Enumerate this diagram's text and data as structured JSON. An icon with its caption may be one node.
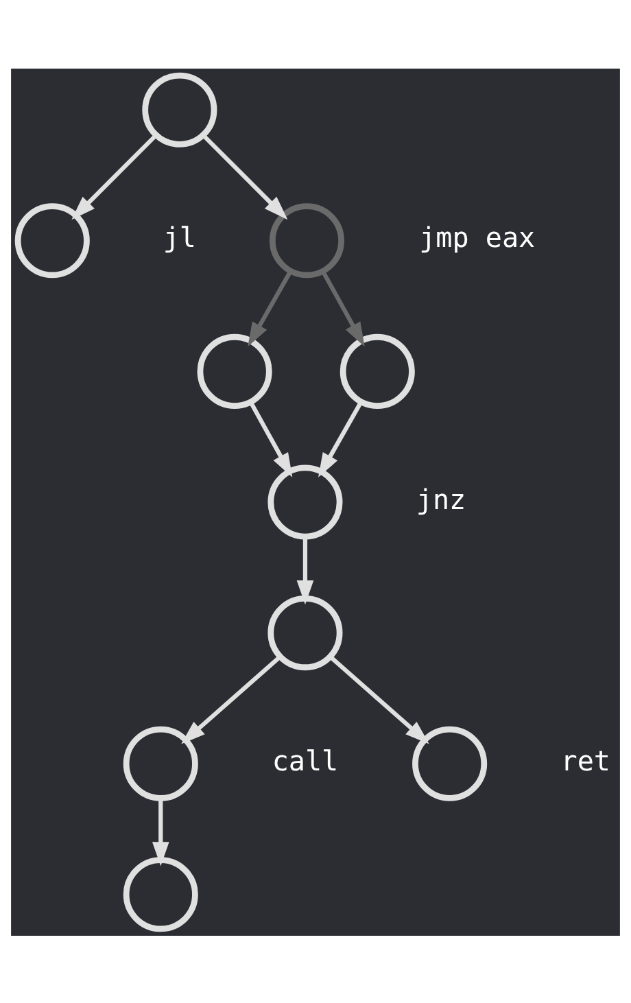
{
  "diagram": {
    "nodes": [
      {
        "text": [],
        "shape": "circle"
      },
      {
        "text": [],
        "shape": "circle",
        "beside": [
          "jl"
        ]
      },
      {
        "text": [],
        "shape": "circle",
        "beside": [
          "jmp eax"
        ]
      },
      {
        "text": [],
        "shape": "circle"
      },
      {
        "text": [],
        "shape": "circle"
      },
      {
        "text": [],
        "shape": "circle",
        "beside": [
          "jnz"
        ]
      },
      {
        "text": [],
        "shape": "circle"
      },
      {
        "text": [],
        "shape": "circle",
        "beside": [
          "call"
        ]
      },
      {
        "text": [],
        "shape": "circle",
        "beside": [
          "ret"
        ]
      },
      {
        "text": [],
        "shape": "circle"
      }
    ],
    "edges": [
      {
        "from": 0,
        "to": 1,
        "arrow": "to"
      },
      {
        "from": 0,
        "to": 2,
        "arrow": "to"
      },
      {
        "from": 2,
        "to": 3,
        "arrow": "to",
        "color": "#6a6a6a"
      },
      {
        "from": 2,
        "to": 4,
        "arrow": "to",
        "color": "#6a6a6a"
      },
      {
        "from": 3,
        "to": 5,
        "arrow": "to"
      },
      {
        "from": 4,
        "to": 5,
        "arrow": "to"
      },
      {
        "from": 5,
        "to": 6,
        "arrow": "to"
      },
      {
        "from": 6,
        "to": 7,
        "arrow": "to"
      },
      {
        "from": 6,
        "to": 8,
        "arrow": "to"
      },
      {
        "from": 7,
        "to": 9,
        "arrow": "to"
      }
    ]
  }
}
